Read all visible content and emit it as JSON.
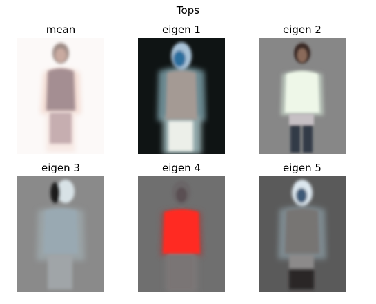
{
  "figure": {
    "title": "Tops"
  },
  "panels": [
    {
      "label": "mean"
    },
    {
      "label": "eigen 1"
    },
    {
      "label": "eigen 2"
    },
    {
      "label": "eigen 3"
    },
    {
      "label": "eigen 4"
    },
    {
      "label": "eigen 5"
    }
  ]
}
